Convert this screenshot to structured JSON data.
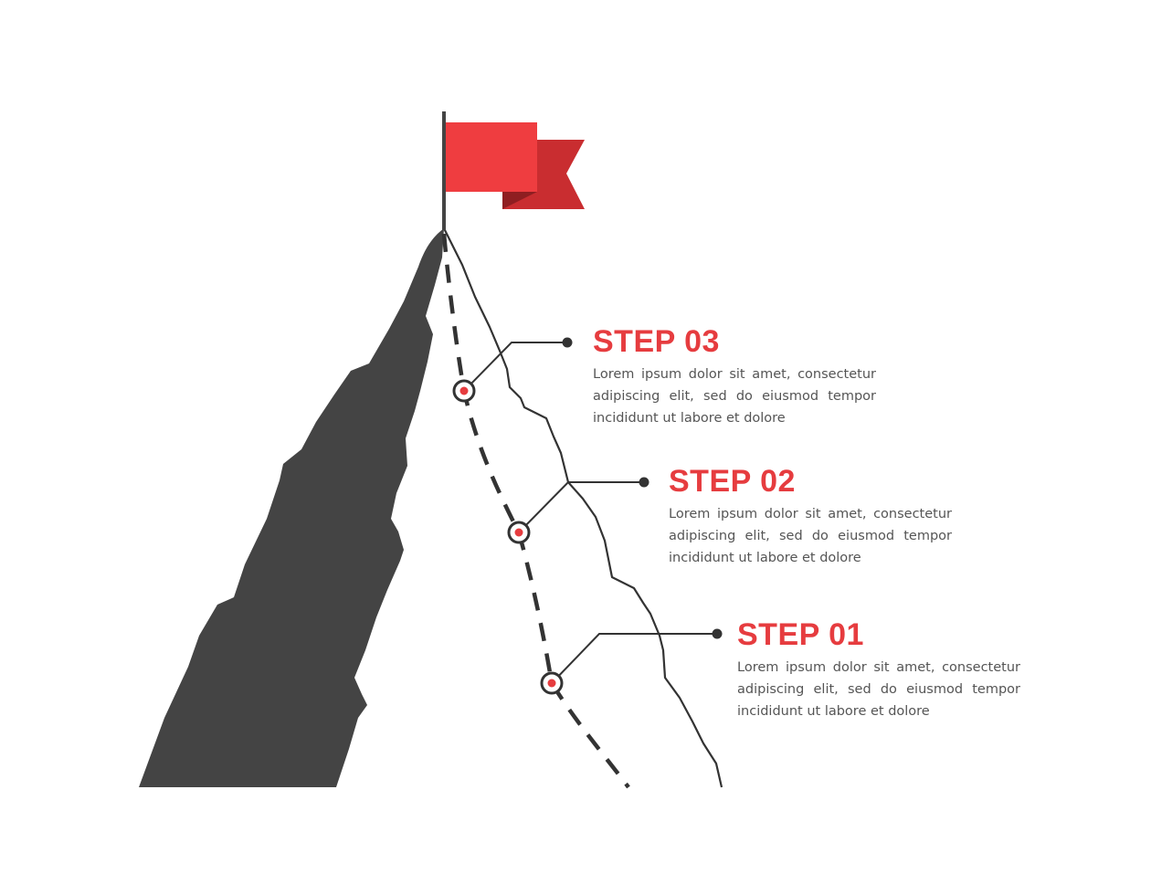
{
  "steps": [
    {
      "title": "STEP 03",
      "text": "Lorem ipsum dolor sit amet, consectetur adipiscing elit, sed do eiusmod tempor incididunt ut labore et dolore"
    },
    {
      "title": "STEP 02",
      "text": "Lorem ipsum dolor sit amet, consectetur adipiscing elit, sed do eiusmod tempor incididunt ut labore et dolore"
    },
    {
      "title": "STEP 01",
      "text": "Lorem ipsum dolor sit amet, consectetur adipiscing elit, sed do eiusmod tempor incididunt ut labore et dolore"
    }
  ],
  "colors": {
    "accent": "#e63c3f",
    "accent_dark": "#c92d30",
    "mountain": "#444444",
    "line": "#333333",
    "text": "#555555",
    "background": "#ffffff"
  },
  "icons": {
    "flag": "flag-icon",
    "marker": "target-marker-icon"
  }
}
